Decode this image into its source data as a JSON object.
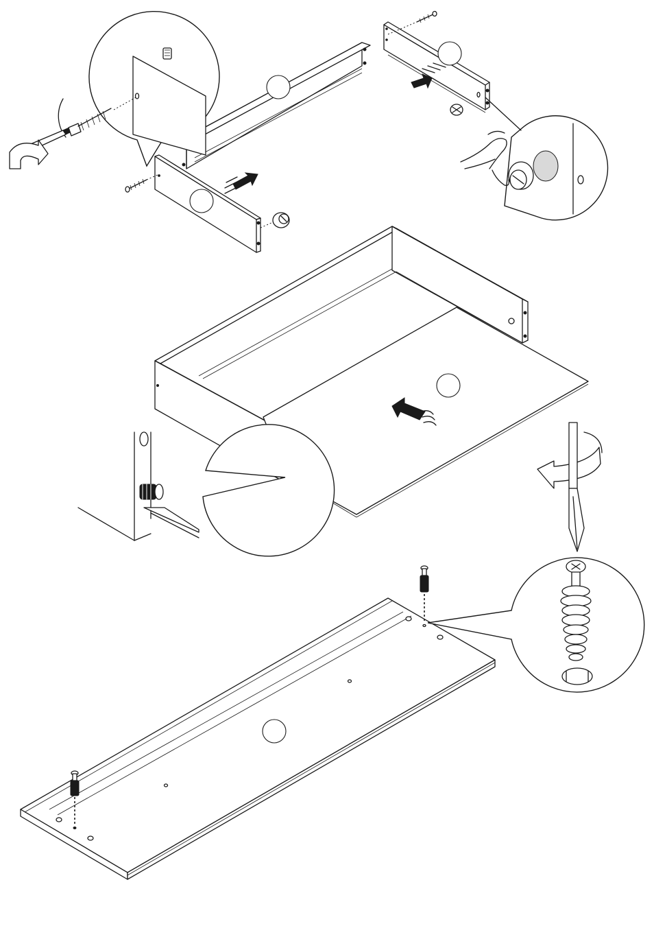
{
  "figure": {
    "steps": [
      {
        "name": "side-and-back-panel-assembly"
      },
      {
        "name": "bottom-panel-insertion"
      },
      {
        "name": "cam-bolt-installation"
      }
    ],
    "part_badges": [
      {
        "id": "badge-back-panel",
        "label": ""
      },
      {
        "id": "badge-front-panel",
        "label": ""
      },
      {
        "id": "badge-side-panel",
        "label": ""
      },
      {
        "id": "badge-bottom-panel",
        "label": ""
      },
      {
        "id": "badge-base-board",
        "label": ""
      }
    ],
    "icons": [
      "screwdriver-icon",
      "rotate-arrow-icon",
      "push-arrow-icon",
      "cam-lock-icon",
      "dowel-icon",
      "screw-icon",
      "cam-bolt-icon",
      "hand-icon"
    ]
  }
}
